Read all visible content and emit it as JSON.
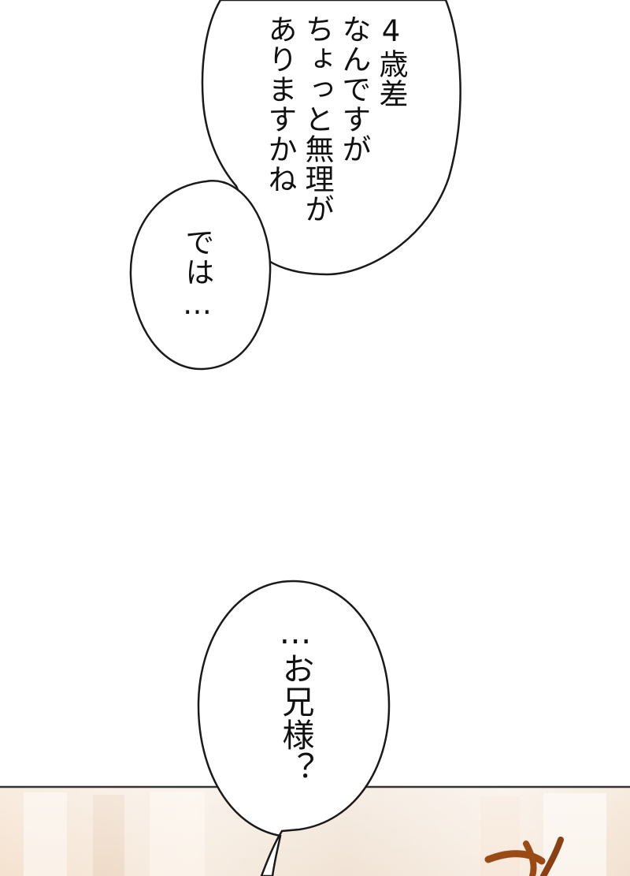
{
  "bubble_top": {
    "lines": [
      "4歳差",
      "なんですが",
      "ちょっと無理が",
      "ありますかね"
    ]
  },
  "bubble_small": {
    "text": "では…"
  },
  "bubble_bottom": {
    "text": "…お兄様？"
  },
  "colors": {
    "panel_border": "#333333",
    "bubble_fill": "#ffffff",
    "bubble_outline": "#1a1a1a",
    "background_wall": "#f3e3d3",
    "hair_brown": "#9a4a14"
  }
}
